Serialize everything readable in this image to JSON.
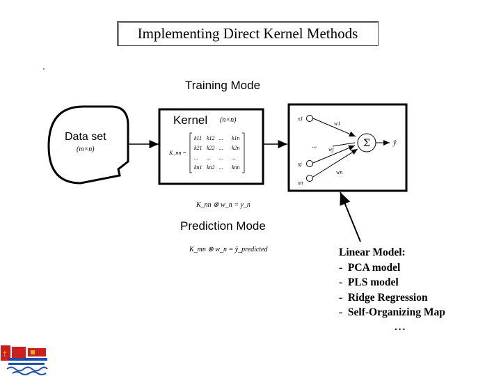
{
  "slide": {
    "title": "Implementing Direct Kernel Methods"
  },
  "diagram": {
    "training_mode_label": "Training Mode",
    "prediction_mode_label": "Prediction Mode",
    "dataset": {
      "label": "Data set",
      "dims": "(m×n)"
    },
    "kernel": {
      "label": "Kernel",
      "dims": "(n×n)",
      "matrix_symbol": "K_nn =",
      "matrix_rows": [
        [
          "k11",
          "k12",
          "...",
          "k1n"
        ],
        [
          "k21",
          "k22",
          "...",
          "k2n"
        ],
        [
          "...",
          "...",
          "...",
          "..."
        ],
        [
          "kn1",
          "kn2",
          "...",
          "knn"
        ]
      ]
    },
    "training_equation": "K_nn ⊗ w_n = y_n",
    "prediction_equation": "K_mn ⊗ w_n = ŷ_predicted",
    "neuron": {
      "inputs": [
        "x1",
        "xj",
        "xn"
      ],
      "weights": [
        "w1",
        "wj",
        "wn"
      ],
      "input_dots": "...",
      "sum_symbol": "Σ",
      "output": "ŷ"
    }
  },
  "models": {
    "heading": "Linear Model:",
    "items": [
      "-  PCA model",
      "-  PLS model",
      "-  Ridge Regression",
      "-  Self-Organizing Map"
    ],
    "ellipsis": "..."
  },
  "colors": {
    "logo_red": "#cc1f1f",
    "logo_blue": "#1f4fa8",
    "logo_gold": "#e8b020"
  }
}
